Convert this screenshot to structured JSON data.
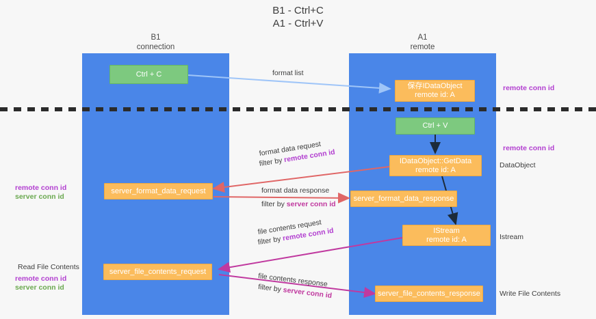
{
  "title": {
    "line1": "B1 - Ctrl+C",
    "line2": "A1 - Ctrl+V"
  },
  "columns": [
    {
      "name": "B1",
      "role": "connection"
    },
    {
      "name": "A1",
      "role": "remote"
    }
  ],
  "nodes": {
    "ctrl_c": "Ctrl + C",
    "ctrl_v": "Ctrl + V",
    "dataobject_top_l1": "保存IDataObject",
    "dataobject_top_l2": "remote id: A",
    "getdata_l1": "IDataObject::GetData",
    "getdata_l2": "remote id: A",
    "istream_l1": "IStream",
    "istream_l2": "remote id: A",
    "server_format_data_request": "server_format_data_request",
    "server_format_data_response": "server_format_data_response",
    "server_file_contents_request": "server_file_contents_request",
    "server_file_contents_response": "server_file_contents_response"
  },
  "arrow_labels": {
    "format_list": "format list",
    "format_data_request": "format data request",
    "format_data_request_filter_prefix": "filter by ",
    "format_data_request_filter_key": "remote conn id",
    "format_data_response": "format data response",
    "format_data_response_filter_prefix": "filter by ",
    "format_data_response_filter_key": "server conn id",
    "file_contents_request": "file contents request",
    "file_contents_request_filter_prefix": "filter by ",
    "file_contents_request_filter_key": "remote conn id",
    "file_contents_response": "file contents response",
    "file_contents_response_filter_prefix": "filter by ",
    "file_contents_response_filter_key": "server conn id"
  },
  "right_annotations": {
    "remote_conn_id_top": "remote conn id",
    "remote_conn_id_mid": "remote conn id",
    "dataobject": "DataObject",
    "istream": "Istream",
    "write_file_contents": "Write File Contents"
  },
  "left_annotations": {
    "mid_remote": "remote conn id",
    "mid_server": "server conn id",
    "read_file_contents": "Read File Contents",
    "bottom_remote": "remote conn id",
    "bottom_server": "server conn id"
  },
  "colors": {
    "lane": "#4a86e8",
    "green_node": "#7dc97f",
    "orange_node": "#fbbc5c",
    "purple": "#b23fd0",
    "green_text": "#6aa84f",
    "arrow_blue": "#9fc5f8",
    "arrow_red": "#e06666",
    "arrow_magenta": "#c0399f",
    "arrow_dark": "#1c2b3a",
    "divider": "#2b2b2b"
  }
}
